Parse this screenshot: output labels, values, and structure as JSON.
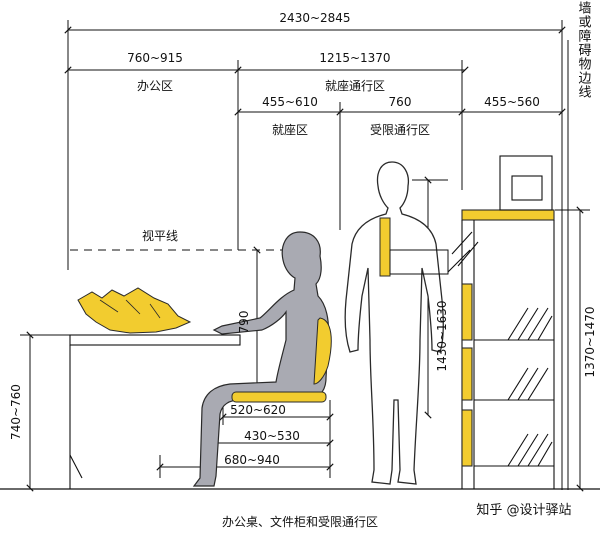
{
  "dimensions": {
    "overall": "2430~2845",
    "office_zone_width": "760~915",
    "seated_circulation_width": "1215~1370",
    "seat_zone_width": "455~610",
    "restricted_circulation_width": "760",
    "cabinet_zone_width": "455~560",
    "seat_height": "520~620",
    "seat_depth": "430~530",
    "knee_clearance": "680~940",
    "desk_height": "740~760",
    "eye_height": "790",
    "standing_reach": "1430~1630",
    "cabinet_height": "1370~1470"
  },
  "labels": {
    "office_zone": "办公区",
    "seated_circulation": "就座通行区",
    "seat_zone": "就座区",
    "restricted_circulation": "受限通行区",
    "wall_line": "墙或障碍物边线",
    "sight_line": "视平线",
    "caption": "办公桌、文件柜和受限通行区",
    "watermark": "知乎 @设计驿站"
  },
  "colors": {
    "figure_fill": "#a9aab2",
    "figure_stroke": "#2a2a2a",
    "accent_yellow": "#f2cc2f",
    "line": "#111111"
  }
}
